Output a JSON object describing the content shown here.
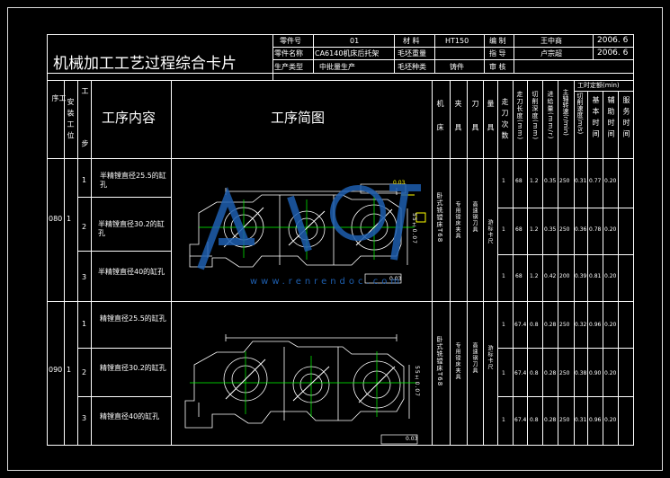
{
  "header": {
    "title": "机械加工工艺过程综合卡片",
    "part_no_label": "零件号",
    "part_no_value": "01",
    "material_label": "材 料",
    "material_value": "HT150",
    "compiled_label": "编 制",
    "compiled_name": "王中商",
    "compiled_date": "2006. 6",
    "part_name_label": "零件名称",
    "part_name_value": "CA6140机床后托架",
    "blank_weight_label": "毛坯重量",
    "proof_label": "指 导",
    "proof_name": "卢宗超",
    "proof_date": "2006. 6",
    "prod_type_label": "生产类型",
    "prod_type_value": "中批量生产",
    "blank_type_label": "毛坯种类",
    "blank_type_value": "铸件",
    "review_label": "审 核"
  },
  "columns": {
    "process": "工 序",
    "install": "安 装 工 位",
    "step": "工 步",
    "content": "工序内容",
    "sketch": "工序简图",
    "machine": "机 床",
    "fixture": "夹 具",
    "tool": "刀 具",
    "gauge": "量 具",
    "passes": "走 刀 次 数",
    "length": "走刀长度(mm)",
    "depth": "切削深度(mm)",
    "feed": "进给量(mm/r)",
    "speed": "主轴转速(r/min)",
    "cut_speed": "切削速度(m/s)",
    "quota": "工时定额(min)",
    "basic": "基 本 时 间",
    "aux": "辅 助 时 间",
    "service": "服 务 时 间"
  },
  "operations": [
    {
      "no": "080",
      "install": "1",
      "machine": "卧式铣镗床T68",
      "fixture": "专用镗床夹具",
      "tool": "高速钢刀具",
      "gauge": "游标卡尺",
      "steps": [
        {
          "no": "1",
          "content": "半精镗直径25.5的缸孔",
          "passes": "1",
          "length": "68",
          "depth": "1.2",
          "feed": "0.35",
          "speed": "250",
          "cut_speed": "0.31",
          "basic": "0.77",
          "aux": "0.20"
        },
        {
          "no": "2",
          "content": "半精镗直径30.2的缸孔",
          "passes": "1",
          "length": "68",
          "depth": "1.2",
          "feed": "0.35",
          "speed": "250",
          "cut_speed": "0.36",
          "basic": "0.78",
          "aux": "0.20"
        },
        {
          "no": "3",
          "content": "半精镗直径40的缸孔",
          "passes": "1",
          "length": "68",
          "depth": "1.2",
          "feed": "0.42",
          "speed": "200",
          "cut_speed": "0.39",
          "basic": "0.81",
          "aux": "0.20"
        }
      ]
    },
    {
      "no": "090",
      "install": "1",
      "machine": "卧式铣镗床T68",
      "fixture": "专用镗床夹具",
      "tool": "高速钢刀具",
      "gauge": "游标卡尺",
      "steps": [
        {
          "no": "1",
          "content": "精镗直径25.5的缸孔",
          "passes": "1",
          "length": "67.4",
          "depth": "0.8",
          "feed": "0.28",
          "speed": "250",
          "cut_speed": "0.32",
          "basic": "0.96",
          "aux": "0.20"
        },
        {
          "no": "2",
          "content": "精镗直径30.2的缸孔",
          "passes": "1",
          "length": "67.4",
          "depth": "0.8",
          "feed": "0.28",
          "speed": "250",
          "cut_speed": "0.38",
          "basic": "0.90",
          "aux": "0.20"
        },
        {
          "no": "3",
          "content": "精镗直径40的缸孔",
          "passes": "1",
          "length": "67.4",
          "depth": "0.8",
          "feed": "0.28",
          "speed": "250",
          "cut_speed": "0.31",
          "basic": "0.96",
          "aux": "0.20"
        }
      ]
    }
  ],
  "sketch": {
    "tolerance_1": "0.03",
    "tolerance_2": "0.03",
    "dim_1": "55±0.07",
    "dim_2": "55±0.07"
  },
  "watermark": {
    "url": "www.renrendoc.com",
    "color": "#1e5fb0"
  }
}
